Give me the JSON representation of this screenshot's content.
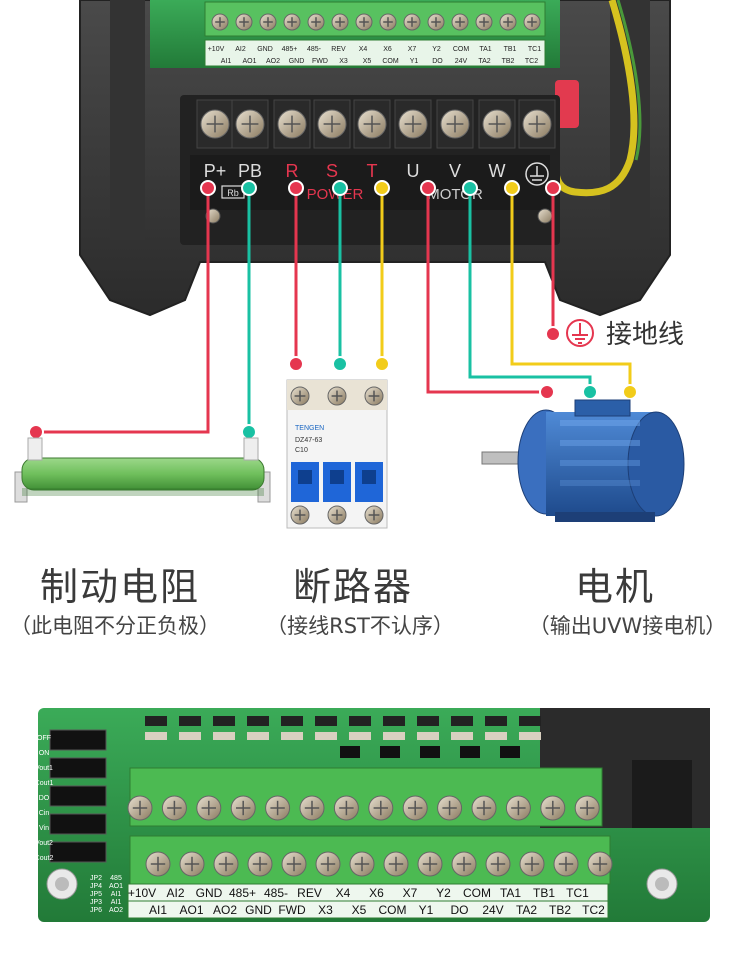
{
  "terminal_block": {
    "labels": [
      "P+",
      "PB",
      "R",
      "S",
      "T",
      "U",
      "V",
      "W"
    ],
    "power_label": "POWER",
    "motor_label": "MOTOR",
    "rb_label": "Rb"
  },
  "control_terminals": {
    "top_row": [
      "+10V",
      "AI2",
      "GND",
      "485+",
      "485-",
      "REV",
      "X4",
      "X6",
      "X7",
      "Y2",
      "COM",
      "TA1",
      "TB1",
      "TC1"
    ],
    "bottom_row": [
      "AI1",
      "AO1",
      "AO2",
      "GND",
      "FWD",
      "X3",
      "X5",
      "COM",
      "Y1",
      "DO",
      "24V",
      "TA2",
      "TB2",
      "TC2"
    ],
    "jumpers": [
      "JP2",
      "JP4",
      "JP5",
      "JP3",
      "JP6"
    ],
    "jumper_values": [
      "485",
      "AO1",
      "AI1",
      "AI1",
      "AO2"
    ],
    "side_labels": [
      "OFF",
      "ON",
      "Vout1",
      "Cout1",
      "DO",
      "Cin",
      "Vin",
      "Vout2",
      "Cout2"
    ]
  },
  "ground": {
    "label": "接地线"
  },
  "components": [
    {
      "title": "制动电阻",
      "subtitle": "（此电阻不分正负极）"
    },
    {
      "title": "断路器",
      "subtitle": "（接线RST不认序）"
    },
    {
      "title": "电机",
      "subtitle": "（输出UVW接电机）"
    }
  ],
  "breaker": {
    "brand": "TENGEN",
    "model": "DZ47-63",
    "rating": "C10"
  },
  "colors": {
    "red": "#e5364f",
    "teal": "#19c1a3",
    "yellow": "#f2cc1a",
    "pcb": "#2f9a4a",
    "terminal_green": "#4cba52",
    "housing": "#3b3b3b",
    "motor_blue": "#2b5fa8"
  }
}
